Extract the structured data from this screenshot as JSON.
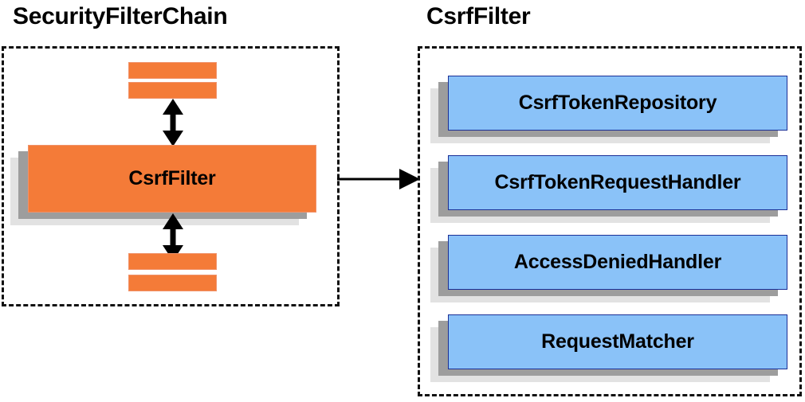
{
  "diagram": {
    "title_left": "SecurityFilterChain",
    "title_right": "CsrfFilter",
    "colors": {
      "orange_fill": "#f47b38",
      "orange_border": "#f0926a",
      "blue_fill": "#8ac2f8",
      "blue_border": "#1b2f96",
      "shadow_mid": "#9d9d9d",
      "shadow_light": "#e2e2e2",
      "outline": "#111111",
      "text": "#000000"
    },
    "left_panel": {
      "container_name": "security-filter-chain-container",
      "filter_card": {
        "label": "CsrfFilter"
      },
      "top_bars": [
        {
          "name": "filter-bar-top-1"
        },
        {
          "name": "filter-bar-top-2"
        }
      ],
      "bottom_bars": [
        {
          "name": "filter-bar-bottom-1"
        },
        {
          "name": "filter-bar-bottom-2"
        }
      ],
      "arrows": [
        {
          "name": "double-arrow-above-csrffilter",
          "direction": "bidirectional-vertical"
        },
        {
          "name": "double-arrow-below-csrffilter",
          "direction": "bidirectional-vertical"
        }
      ]
    },
    "connector": {
      "name": "csrffilter-expansion-arrow",
      "direction": "left-to-right"
    },
    "right_panel": {
      "container_name": "csrffilter-collaborators-container",
      "collaborators": [
        {
          "label": "CsrfTokenRepository"
        },
        {
          "label": "CsrfTokenRequestHandler"
        },
        {
          "label": "AccessDeniedHandler"
        },
        {
          "label": "RequestMatcher"
        }
      ]
    }
  }
}
